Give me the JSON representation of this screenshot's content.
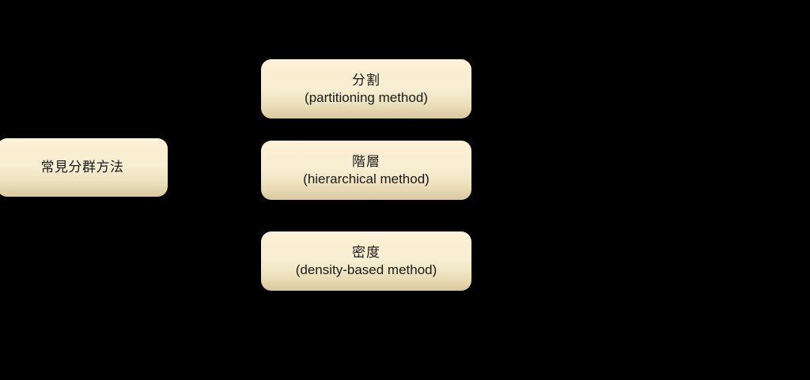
{
  "diagram": {
    "title": "常見分群方法",
    "background_color": "#000000",
    "node_gradient_top": "#fdf2d9",
    "node_gradient_bottom": "#d8c99f",
    "node_text_color": "#1a1a1a",
    "root": {
      "label": "常見分群方法"
    },
    "children": [
      {
        "id": "partitioning",
        "label_cjk": "分割",
        "label_en": "(partitioning method)"
      },
      {
        "id": "hierarchical",
        "label_cjk": "階層",
        "label_en": "(hierarchical method)"
      },
      {
        "id": "density",
        "label_cjk": "密度",
        "label_en": "(density-based method)"
      }
    ]
  }
}
